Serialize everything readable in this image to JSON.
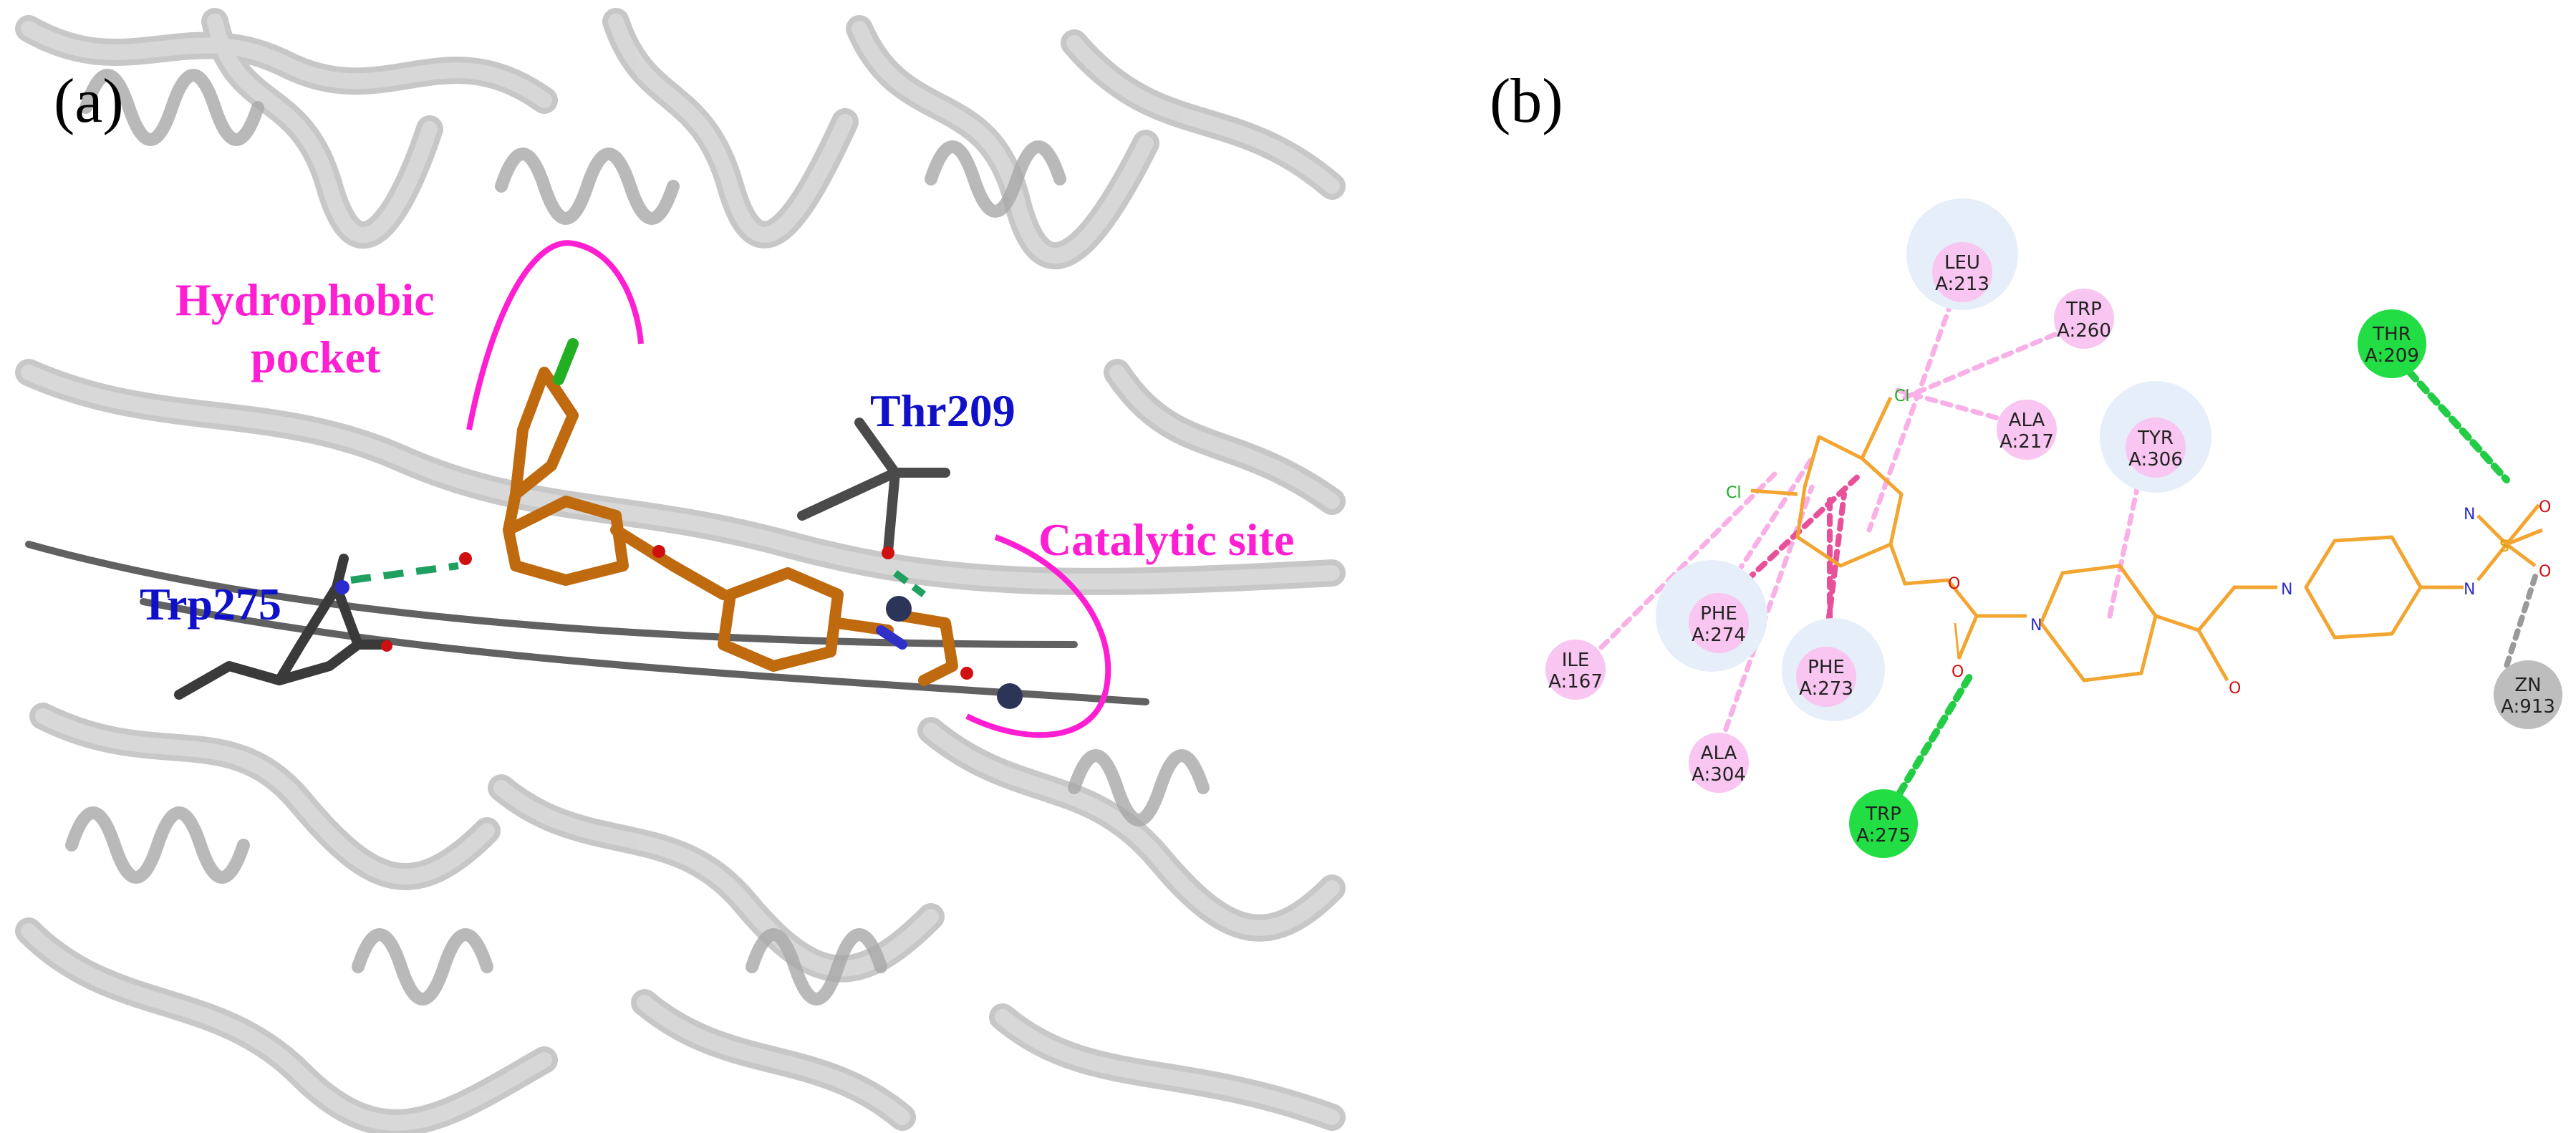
{
  "panel_a": {
    "label": "(a)",
    "annotations": {
      "hydrophobic_line1": "Hydrophobic",
      "hydrophobic_line2": "pocket",
      "catalytic": "Catalytic site",
      "thr": "Thr209",
      "trp": "Trp275"
    }
  },
  "panel_b": {
    "label": "(b)",
    "atom_labels": {
      "cl": "Cl",
      "n": "N",
      "o": "O",
      "s": "S"
    },
    "residues": [
      {
        "name": "LEU",
        "chain": "A:213",
        "type": "hydrophobic"
      },
      {
        "name": "TRP",
        "chain": "A:260",
        "type": "hydrophobic"
      },
      {
        "name": "ALA",
        "chain": "A:217",
        "type": "hydrophobic"
      },
      {
        "name": "TYR",
        "chain": "A:306",
        "type": "hydrophobic"
      },
      {
        "name": "THR",
        "chain": "A:209",
        "type": "hbond"
      },
      {
        "name": "PHE",
        "chain": "A:274",
        "type": "hydrophobic"
      },
      {
        "name": "ILE",
        "chain": "A:167",
        "type": "hydrophobic"
      },
      {
        "name": "PHE",
        "chain": "A:273",
        "type": "hydrophobic"
      },
      {
        "name": "ALA",
        "chain": "A:304",
        "type": "hydrophobic"
      },
      {
        "name": "TRP",
        "chain": "A:275",
        "type": "hbond"
      },
      {
        "name": "ZN",
        "chain": "A:913",
        "type": "metal"
      }
    ]
  },
  "colors": {
    "hydrophobic": "#f8c6f0",
    "hbond": "#22dd44",
    "metal": "#bdbdbd",
    "ligand_bond": "#f2a530",
    "ribbon": "#bfbfbf",
    "ligand_3d": "#c06a10",
    "annotation_pink": "#ff1fd2",
    "annotation_blue": "#1010c8"
  }
}
